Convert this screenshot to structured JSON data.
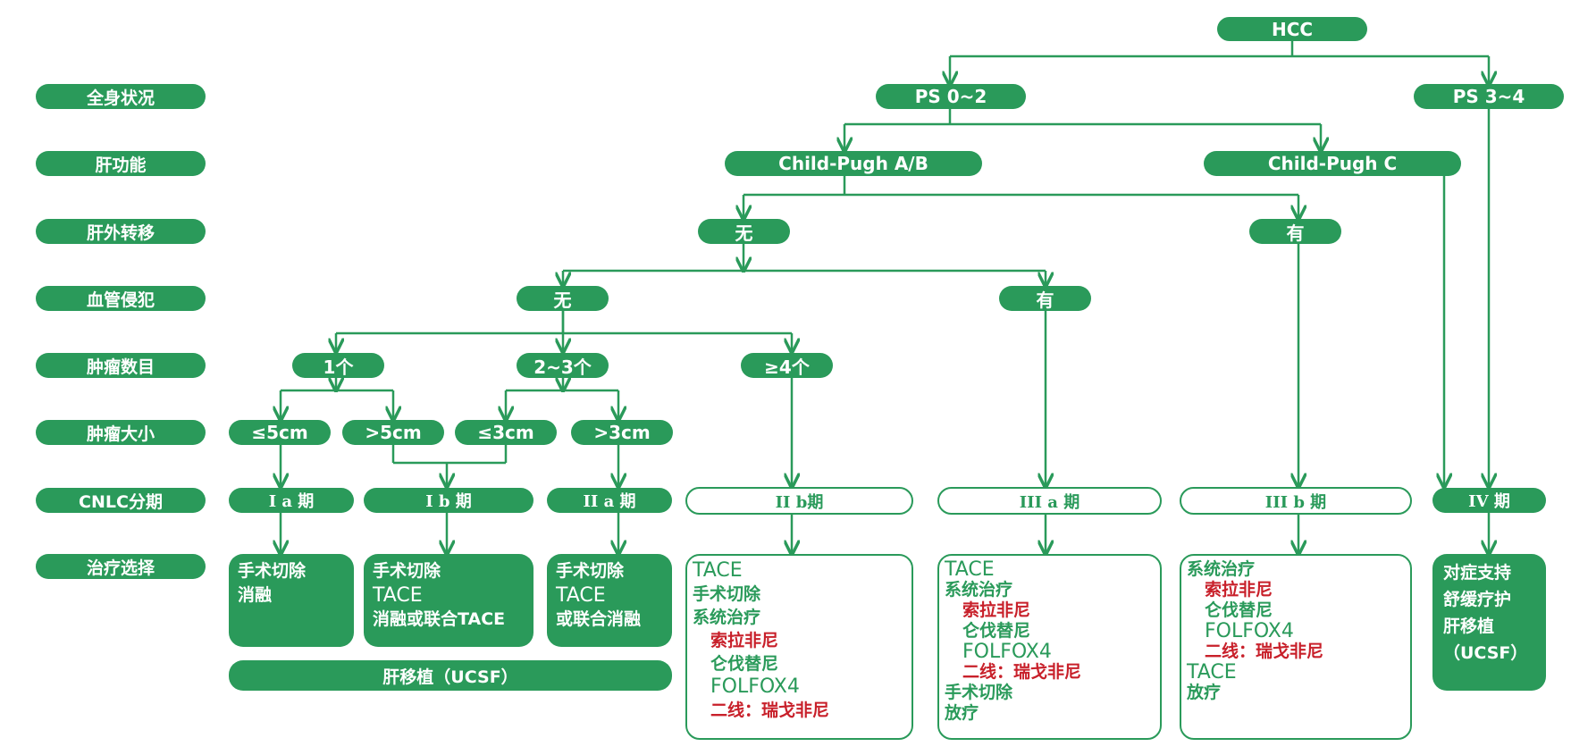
{
  "row_labels": [
    "全身状况",
    "肝功能",
    "肝外转移",
    "血管侵犯",
    "肿瘤数目",
    "肿瘤大小",
    "CNLC分期",
    "治疗选择"
  ],
  "nodes": {
    "hcc": "HCC",
    "ps02": "PS 0~2",
    "ps34": "PS 3~4",
    "cp_ab": "Child-Pugh A/B",
    "cp_c": "Child-Pugh C",
    "meta_no": "无",
    "meta_yes": "有",
    "vasc_no": "无",
    "vasc_yes": "有",
    "num_1": "1个",
    "num_23": "2~3个",
    "num_4": "≥4个",
    "size_le5": "≤5cm",
    "size_gt5": ">5cm",
    "size_le3": "≤3cm",
    "size_gt3": ">3cm"
  },
  "stages": {
    "ia": "I a 期",
    "ib": "I b 期",
    "iia": "II a 期",
    "iib": "II b期",
    "iiia": "III a 期",
    "iiib": "III b 期",
    "iv": "IV 期"
  },
  "treatments": {
    "ia": [
      "手术切除",
      "消融"
    ],
    "ib": [
      "手术切除",
      "TACE",
      "消融或联合TACE"
    ],
    "iia": [
      "手术切除",
      "TACE",
      "或联合消融"
    ],
    "iib": {
      "l1": "TACE",
      "l2": "手术切除",
      "l3": "系统治疗",
      "l4": "索拉非尼",
      "l5": "仑伐替尼",
      "l6": "FOLFOX4",
      "l7": "二线：瑞戈非尼"
    },
    "iiia": {
      "l1": "TACE",
      "l2": "系统治疗",
      "l3": "索拉非尼",
      "l4": "仑伐替尼",
      "l5": "FOLFOX4",
      "l6": "二线：瑞戈非尼",
      "l7": "手术切除",
      "l8": "放疗"
    },
    "iiib": {
      "l1": "系统治疗",
      "l2": "索拉非尼",
      "l3": "仑伐替尼",
      "l4": "FOLFOX4",
      "l5": "二线：瑞戈非尼",
      "l6": "TACE",
      "l7": "放疗"
    },
    "iv": [
      "对症支持",
      "舒缓疗护",
      "肝移植",
      "（UCSF）"
    ],
    "transplant": "肝移植（UCSF）"
  },
  "colors": {
    "green": "#2a9a5a",
    "red": "#c8202a",
    "white": "#ffffff"
  }
}
